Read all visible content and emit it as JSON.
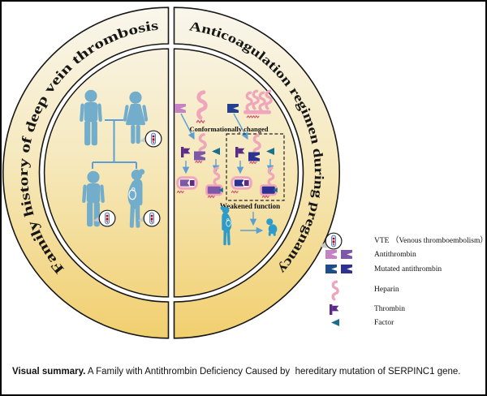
{
  "figure": {
    "ring": {
      "left_text": "Family history of deep vein thrombosis",
      "right_text": "Anticoagulation regimen during pregnancy"
    },
    "mechanism": {
      "conformationally_changed_label": "Conformationally changed",
      "weakened_function_label": "Weakened function"
    },
    "legend": {
      "items": [
        {
          "name": "vte",
          "label": "VTE （Venous thromboembolism）"
        },
        {
          "name": "antithrombin",
          "label": "Antithrombin"
        },
        {
          "name": "mutated-antithrombin",
          "label": "Mutated antithrombin"
        },
        {
          "name": "heparin",
          "label": "Heparin"
        },
        {
          "name": "thrombin",
          "label": "Thrombin"
        },
        {
          "name": "factor",
          "label": "Factor"
        }
      ]
    },
    "caption": {
      "lead": "Visual summary.",
      "body": " A Family with Antithrombin Deficiency Caused by  hereditary mutation of SERPINC1 gene."
    },
    "colors": {
      "ring_gradient_top": "#F9F6EC",
      "ring_gradient_bottom": "#F1CF6E",
      "pedigree_blue": "#72ADCC",
      "pregnancy_teal": "#2E9BC9",
      "arrow_blue": "#5B9FD4",
      "heparin_pink": "#EFA6BC",
      "antithrombin_native": "#C583C5",
      "antithrombin_changed": "#7E57A8",
      "mutated_native": "#24408E",
      "mutated_changed": "#2D3192",
      "thrombin_purple": "#5B2C87",
      "factor_teal": "#1B6F8E",
      "clot_red": "#C00000"
    }
  }
}
